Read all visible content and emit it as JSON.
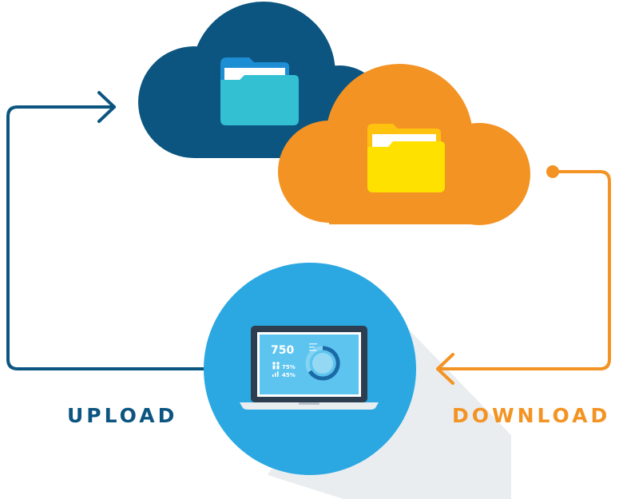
{
  "labels": {
    "upload": "UPLOAD",
    "download": "DOWNLOAD"
  },
  "laptop_screen": {
    "main_value": "750",
    "stat_people": "75%",
    "stat_bars": "45%"
  },
  "colors": {
    "upload_flow": "#0c5580",
    "download_flow": "#f39323",
    "upload_cloud": "#0c5580",
    "download_cloud": "#f39323",
    "device_circle": "#2ba8e2",
    "upload_folder": "#33c0d2",
    "download_folder": "#ffe100",
    "laptop_frame": "#2c3e50",
    "laptop_screen": "#5cc4ef"
  },
  "icons": {
    "upload_cloud": "cloud-icon",
    "upload_folder": "folder-icon",
    "download_cloud": "cloud-icon",
    "download_folder": "folder-icon",
    "device": "laptop-icon",
    "people": "people-icon",
    "bars": "bar-chart-icon"
  }
}
